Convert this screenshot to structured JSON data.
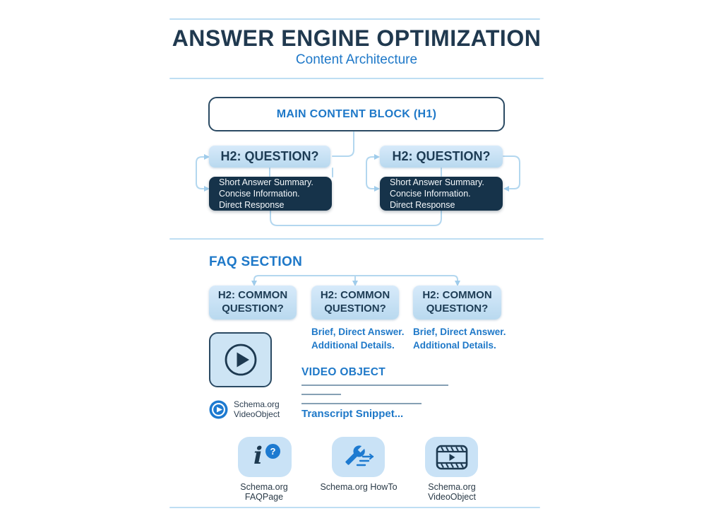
{
  "page": {
    "title": "ANSWER ENGINE OPTIMIZATION",
    "subtitle": "Content Architecture"
  },
  "main_block": {
    "label": "MAIN CONTENT BLOCK (H1)"
  },
  "columns": [
    {
      "heading": "H2: QUESTION?",
      "answer_lines": [
        "Short Answer Summary.",
        "Concise Information.",
        "Direct Response"
      ]
    },
    {
      "heading": "H2: QUESTION?",
      "answer_lines": [
        "Short Answer Summary.",
        "Concise Information.",
        "Direct Response"
      ]
    }
  ],
  "faq": {
    "heading": "FAQ SECTION",
    "box_label": "H2: COMMON QUESTION?",
    "answer_line1": "Brief, Direct Answer.",
    "answer_line2": "Additional Details."
  },
  "video": {
    "heading": "VIDEO OBJECT",
    "transcript": "Transcript Snippet...",
    "badge_line1": "Schema.org",
    "badge_line2": "VideoObject"
  },
  "schema_badges": [
    {
      "label": "Schema.org FAQPage",
      "icon": "info-question-icon"
    },
    {
      "label": "Schema.org HowTo",
      "icon": "wrench-icon"
    },
    {
      "label": "Schema.org VideoObject",
      "icon": "film-play-icon"
    }
  ],
  "icons": {
    "info_glyph": "i",
    "question_glyph": "?"
  },
  "colors": {
    "accent_blue": "#1e78c8",
    "dark_navy": "#1d3950",
    "dark_box_bg": "#16334a",
    "light_blue_fill": "#c9e2f5",
    "connector": "#b3d7ef",
    "divider": "#bedef3"
  }
}
